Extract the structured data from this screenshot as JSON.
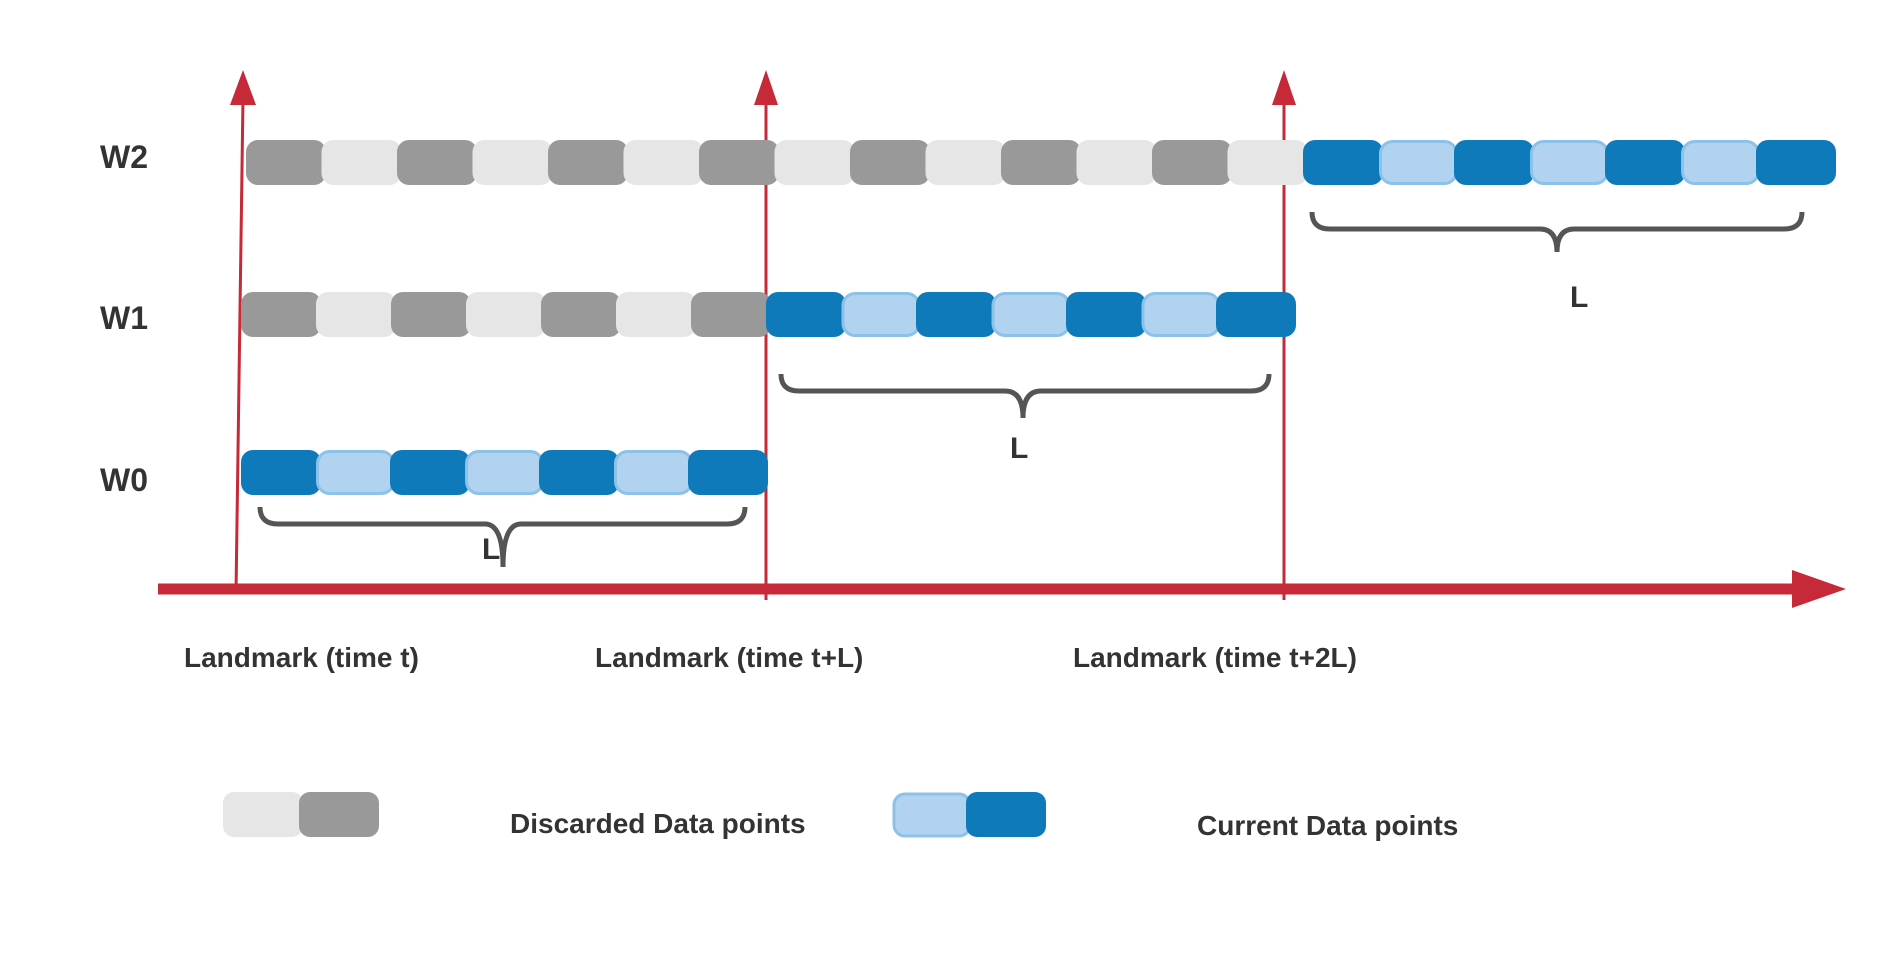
{
  "rows": [
    {
      "label": "W2",
      "segments": [
        "discarded",
        "discarded",
        "discarded",
        "discarded",
        "discarded",
        "discarded",
        "discarded",
        "discarded",
        "discarded",
        "discarded",
        "discarded",
        "discarded",
        "discarded",
        "discarded",
        "current",
        "current",
        "current",
        "current",
        "current",
        "current",
        "current"
      ]
    },
    {
      "label": "W1",
      "segments": [
        "discarded",
        "discarded",
        "discarded",
        "discarded",
        "discarded",
        "discarded",
        "discarded",
        "current",
        "current",
        "current",
        "current",
        "current",
        "current",
        "current"
      ]
    },
    {
      "label": "W0",
      "segments": [
        "current",
        "current",
        "current",
        "current",
        "current",
        "current",
        "current"
      ]
    }
  ],
  "landmarks": [
    "Landmark (time t)",
    "Landmark (time t+L)",
    "Landmark (time t+2L)"
  ],
  "braces": [
    "L",
    "L",
    "L"
  ],
  "legend": {
    "discarded": "Discarded Data points",
    "current": "Current Data points"
  },
  "colors": {
    "axis": "#c62a38",
    "discarded_light": "#e6e6e6",
    "discarded_dark": "#999999",
    "current_light": "#b1d3ef",
    "current_light_border": "#8cc2ea",
    "current_dark": "#0f7ab9",
    "brace": "#555555",
    "text": "#333333"
  }
}
